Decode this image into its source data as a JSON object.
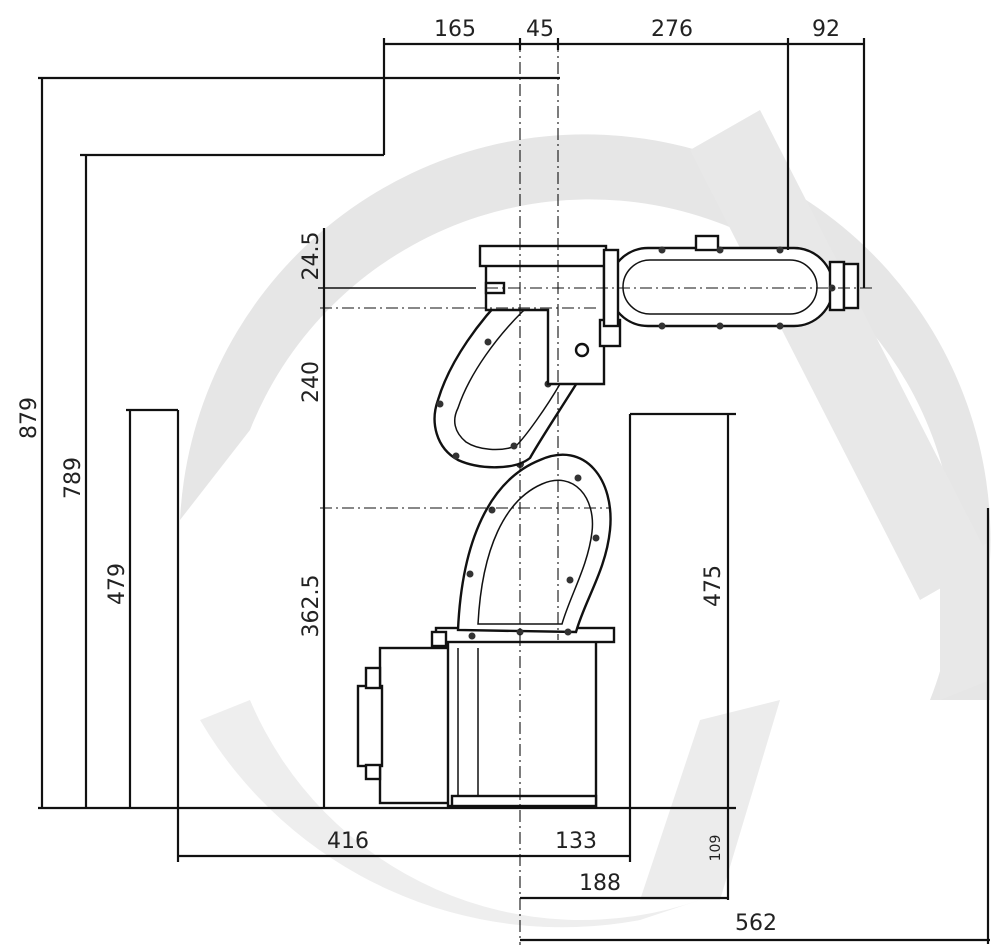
{
  "dimensions": {
    "top_165": "165",
    "top_45": "45",
    "top_276": "276",
    "top_92": "92",
    "left_879": "879",
    "left_789": "789",
    "left_479": "479",
    "mid_24_5": "24.5",
    "mid_240": "240",
    "mid_362_5": "362.5",
    "right_475": "475",
    "bottom_416": "416",
    "bottom_133": "133",
    "bottom_109": "109",
    "bottom_188": "188",
    "bottom_562": "562"
  },
  "colors": {
    "line": "#111111",
    "watermark": "#e3e3e3",
    "background": "#ffffff"
  }
}
